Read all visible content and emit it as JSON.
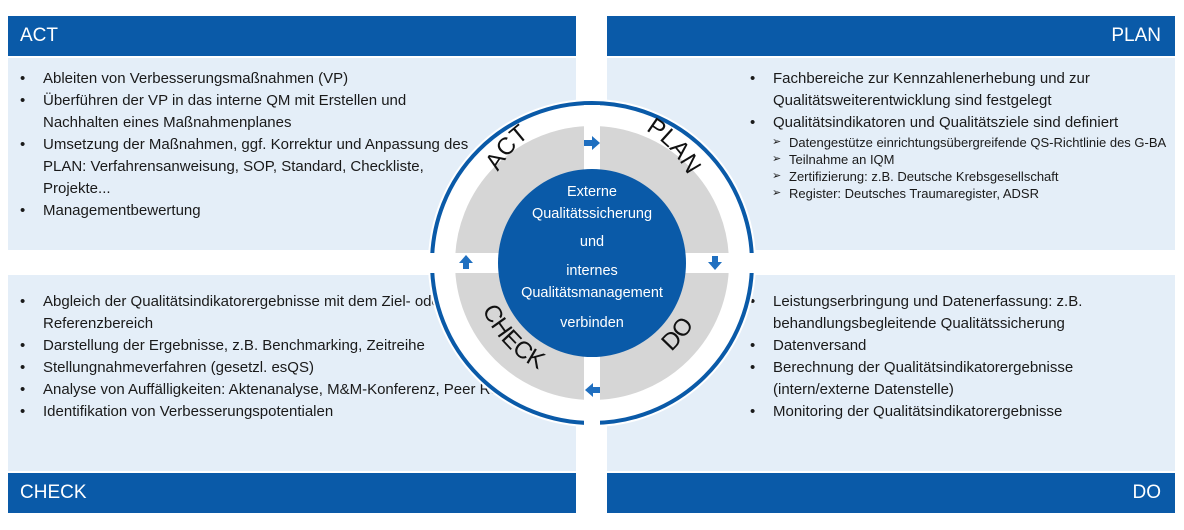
{
  "headers": {
    "act": "ACT",
    "plan": "PLAN",
    "check": "CHECK",
    "do": "DO"
  },
  "act_items": [
    "Ableiten von Verbesserungsmaßnahmen (VP)",
    "Überführen der VP in das interne QM mit Erstellen und Nachhalten eines Maßnahmenplanes",
    "Umsetzung der Maßnahmen, ggf. Korrektur und Anpassung des PLAN: Verfahrensanweisung, SOP, Standard, Checkliste, Projekte...",
    "Managementbewertung"
  ],
  "plan_items": [
    "Fachbereiche zur Kennzahlenerhebung und zur Qualitätsweiterentwicklung sind festgelegt",
    "Qualitätsindikatoren und Qualitätsziele sind definiert"
  ],
  "plan_subitems": [
    "Datengestütze einrichtungsübergreifende QS-Richtlinie des G-BA",
    "Teilnahme an IQM",
    "Zertifizierung: z.B. Deutsche Krebsgesellschaft",
    "Register: Deutsches Traumaregister, ADSR"
  ],
  "check_items": [
    "Abgleich der Qualitätsindikatorergebnisse mit dem Ziel- oder Referenzbereich",
    "Darstellung der Ergebnisse, z.B. Benchmarking, Zeitreihe",
    "Stellungnahmeverfahren (gesetzl. esQS)",
    "Analyse von Auffälligkeiten: Aktenanalyse, M&M-Konferenz, Peer Review",
    "Identifikation von Verbesserungspotentialen"
  ],
  "do_items": [
    "Leistungserbringung und Datenerfassung: z.B. behandlungsbegleitende Qualitätssicherung",
    "Datenversand",
    "Berechnung der Qualitätsindikatorergebnisse (intern/externe Datenstelle)",
    "Monitoring der Qualitätsindikatorergebnisse"
  ],
  "cycle": {
    "labels": {
      "act": "ACT",
      "plan": "PLAN",
      "check": "CHECK",
      "do": "DO"
    },
    "center": [
      "Externe",
      "Qualitätssicherung",
      "und",
      "internes",
      "Qualitätsmanagement",
      "verbinden"
    ]
  },
  "colors": {
    "blue": "#0a5aa8",
    "panel": "#e4eef8",
    "ring": "#d6d6d6",
    "arrow": "#1f6fc0"
  }
}
